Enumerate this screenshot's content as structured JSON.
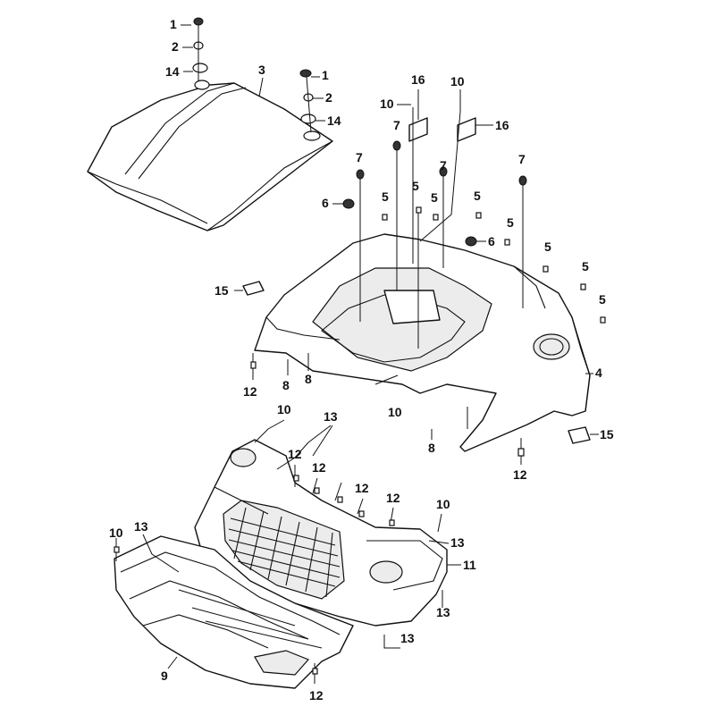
{
  "callouts": {
    "c1a": "1",
    "c2a": "2",
    "c14a": "14",
    "c1b": "1",
    "c2b": "2",
    "c14b": "14",
    "c3": "3",
    "c16a": "16",
    "c10a": "10",
    "c10b": "10",
    "c16b": "16",
    "c7a": "7",
    "c7b": "7",
    "c7c": "7",
    "c7d": "7",
    "c6a": "6",
    "c6b": "6",
    "c5a": "5",
    "c5b": "5",
    "c5c": "5",
    "c5d": "5",
    "c5e": "5",
    "c5f": "5",
    "c5g": "5",
    "c5h": "5",
    "c15a": "15",
    "c4": "4",
    "c12a": "12",
    "c8a": "8",
    "c8b": "8",
    "c10c": "10",
    "c8c": "8",
    "c15b": "15",
    "c12b": "12",
    "c10d": "10",
    "c13a": "13",
    "c12c": "12",
    "c12d": "12",
    "c12e": "12",
    "c12f": "12",
    "c10e": "10",
    "c13b": "13",
    "c11": "11",
    "c13c": "13",
    "c10f": "10",
    "c13d": "13",
    "c9": "9",
    "c13e": "13",
    "c12g": "12"
  }
}
